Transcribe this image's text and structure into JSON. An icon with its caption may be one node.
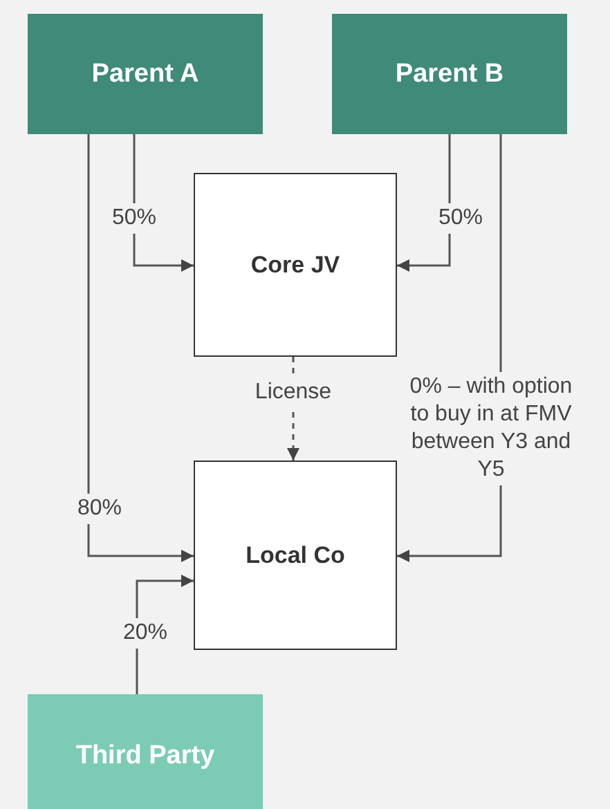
{
  "diagram": {
    "nodes": [
      {
        "text": [
          "Parent A"
        ]
      },
      {
        "text": [
          "Parent B"
        ]
      },
      {
        "text": [
          "Core JV"
        ]
      },
      {
        "text": [
          "Local Co"
        ]
      },
      {
        "text": [
          "Third Party"
        ]
      }
    ],
    "edges": [
      {
        "from": 0,
        "to": 2,
        "arrow": "to",
        "label": "50%"
      },
      {
        "from": 1,
        "to": 2,
        "arrow": "to",
        "label": "50%"
      },
      {
        "from": 2,
        "to": 3,
        "arrow": "to",
        "label": "License",
        "style": "dashed"
      },
      {
        "from": 0,
        "to": 3,
        "arrow": "to",
        "label": "80%"
      },
      {
        "from": 1,
        "to": 3,
        "arrow": "to",
        "label": "0% – with option to buy in at FMV between Y3 and Y5"
      },
      {
        "from": 4,
        "to": 3,
        "arrow": "to",
        "label": "20%"
      }
    ]
  }
}
